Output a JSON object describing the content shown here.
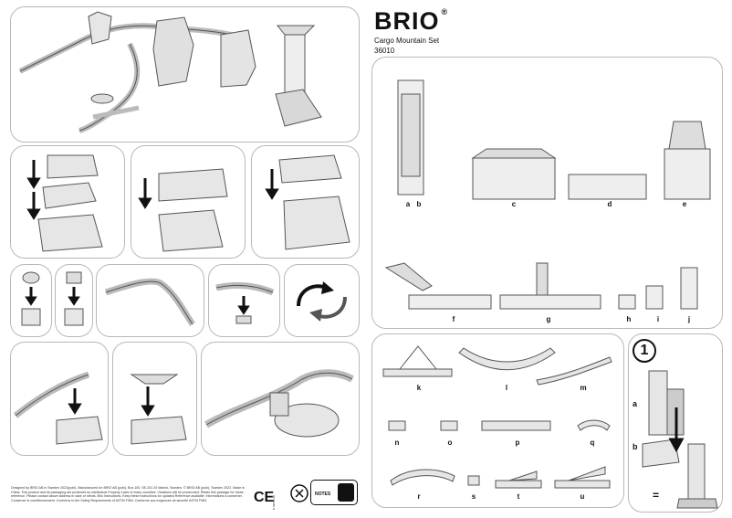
{
  "brand": {
    "name": "BRIO",
    "reg": "®"
  },
  "product": {
    "name": "Cargo Mountain Set",
    "number": "36010"
  },
  "parts": {
    "row1": [
      "a",
      "b",
      "c",
      "d",
      "e"
    ],
    "row2": [
      "f",
      "g",
      "h",
      "i",
      "j"
    ],
    "row3": [
      "k",
      "l",
      "m"
    ],
    "row4": [
      "n",
      "o",
      "p",
      "q"
    ],
    "row5": [
      "r",
      "s",
      "t",
      "u"
    ]
  },
  "step": {
    "number": "1",
    "label_a": "a",
    "label_b": "b",
    "equals": "="
  },
  "legal": {
    "text": "Designed by BRIO AB in Sweden 2022(publ). Manufactured for BRIO AB (publ), Box 100, SE-201 20 Malmö, Sweden. © BRIO AB (publ), Sweden 2022. Made in China. This product and its packaging are protected by Intellectual Property Laws of many countries. Violations will be prosecuted. Retain this package for future reference. Please contact above address in case of needs. Brio Instructions. Keep these instructions for updated Reference available. Informations à conserver. Conserver le conditionnement. Conforms to the Safety Requirements of ASTM F963. Conforme aux exigences de sécurité ASTM F963.",
    "ce": "CE",
    "code": "40794481 R",
    "notes_label": "NOTES"
  },
  "icons": [
    "arrow-down-icon",
    "rotate-icon",
    "ce-mark-icon",
    "choking-hazard-icon",
    "notes-icon",
    "recycle-bin-icon"
  ]
}
